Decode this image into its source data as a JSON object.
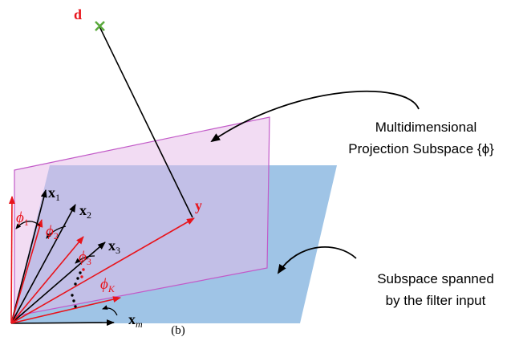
{
  "labels": {
    "d": "d",
    "y": "y",
    "x1": "x",
    "x1_sub": "1",
    "x2": "x",
    "x2_sub": "2",
    "x3": "x",
    "x3_sub": "3",
    "xm": "x",
    "xm_sub": "m",
    "phi1": "ϕ",
    "phi1_sub": "1",
    "phi2": "ϕ",
    "phi2_sub": "2",
    "phi3": "ϕ",
    "phi3_sub": "3",
    "phiK": "ϕ",
    "phiK_sub": "K",
    "projection_line1": "Multidimensional",
    "projection_line2": "Projection Subspace {ϕ}",
    "input_line1": "Subspace spanned",
    "input_line2": "by the filter input",
    "caption": "(b)"
  },
  "colors": {
    "red": "#e8141c",
    "black": "#000000",
    "input_plane": "#9fc4e6",
    "projection_plane": "#e6b9e8",
    "projection_border": "#c25ac8",
    "marker": "#5aaa3c"
  }
}
